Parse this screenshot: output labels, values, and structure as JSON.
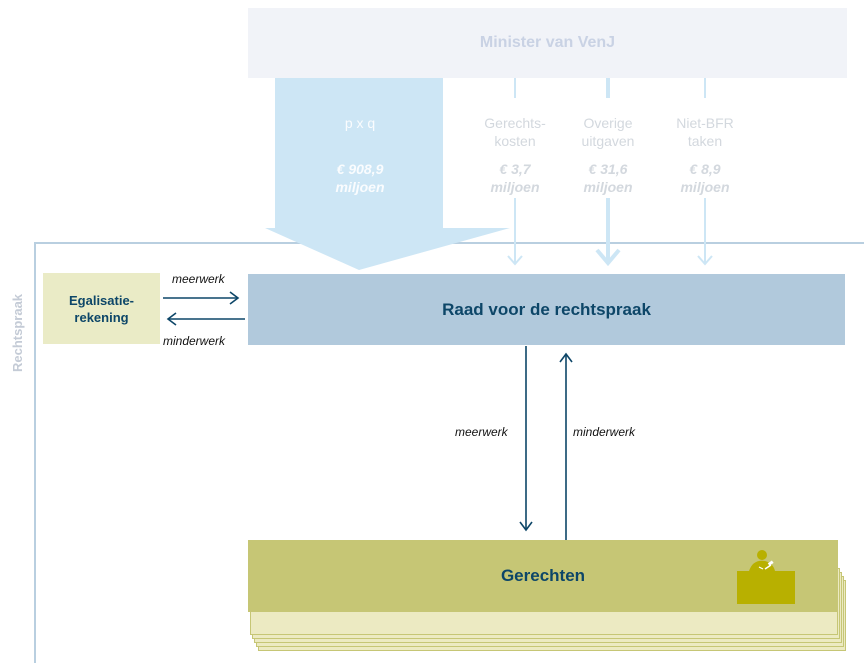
{
  "ministry": {
    "label": "Minister van VenJ"
  },
  "flows": [
    {
      "label_line1": "p x q",
      "label_line2": "",
      "amount": "€ 908,9",
      "unit": "miljoen"
    },
    {
      "label_line1": "Gerechts-",
      "label_line2": "kosten",
      "amount": "€ 3,7",
      "unit": "miljoen"
    },
    {
      "label_line1": "Overige",
      "label_line2": "uitgaven",
      "amount": "€ 31,6",
      "unit": "miljoen"
    },
    {
      "label_line1": "Niet-BFR",
      "label_line2": "taken",
      "amount": "€ 8,9",
      "unit": "miljoen"
    }
  ],
  "region_label": "Rechtspraak",
  "raad": {
    "label": "Raad voor de rechtspraak"
  },
  "egalisatie": {
    "line1": "Egalisatie-",
    "line2": "rekening"
  },
  "arrows": {
    "egal_to_raad": "meerwerk",
    "raad_to_egal": "minderwerk",
    "raad_to_gerechten": "meerwerk",
    "gerechten_to_raad": "minderwerk"
  },
  "gerechten": {
    "label": "Gerechten"
  },
  "colors": {
    "ministry_fill": "#f1f3f8",
    "raad_fill": "#b1c9dc",
    "egalisatie_fill": "#eaebc6",
    "gerechten_fill": "#c6c675",
    "flow_arrow": "#cde6f5",
    "text_dark_blue": "#0d4668"
  }
}
